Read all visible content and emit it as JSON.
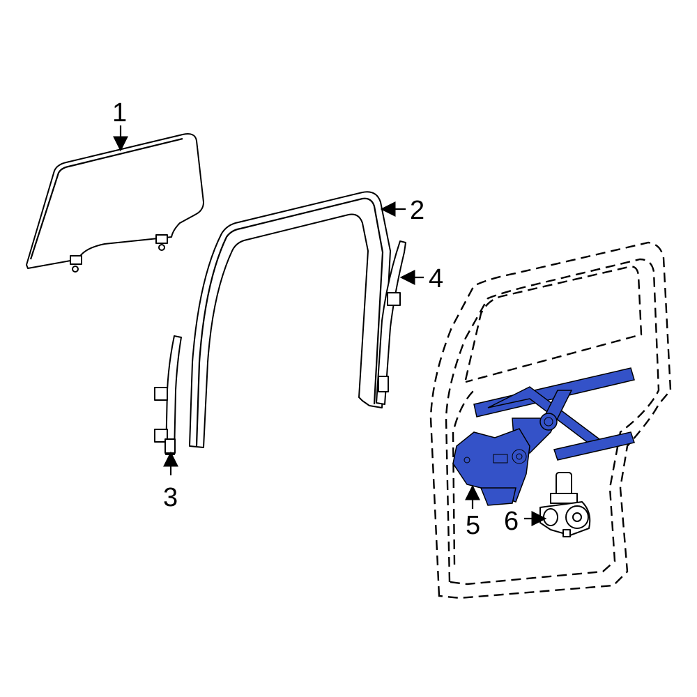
{
  "diagram": {
    "highlight_color": "#3452c8",
    "callouts": [
      {
        "number": "1",
        "part": "door-glass"
      },
      {
        "number": "2",
        "part": "glass-run-channel"
      },
      {
        "number": "3",
        "part": "front-guide-channel"
      },
      {
        "number": "4",
        "part": "rear-guide-channel"
      },
      {
        "number": "5",
        "part": "window-regulator"
      },
      {
        "number": "6",
        "part": "regulator-motor"
      }
    ]
  }
}
